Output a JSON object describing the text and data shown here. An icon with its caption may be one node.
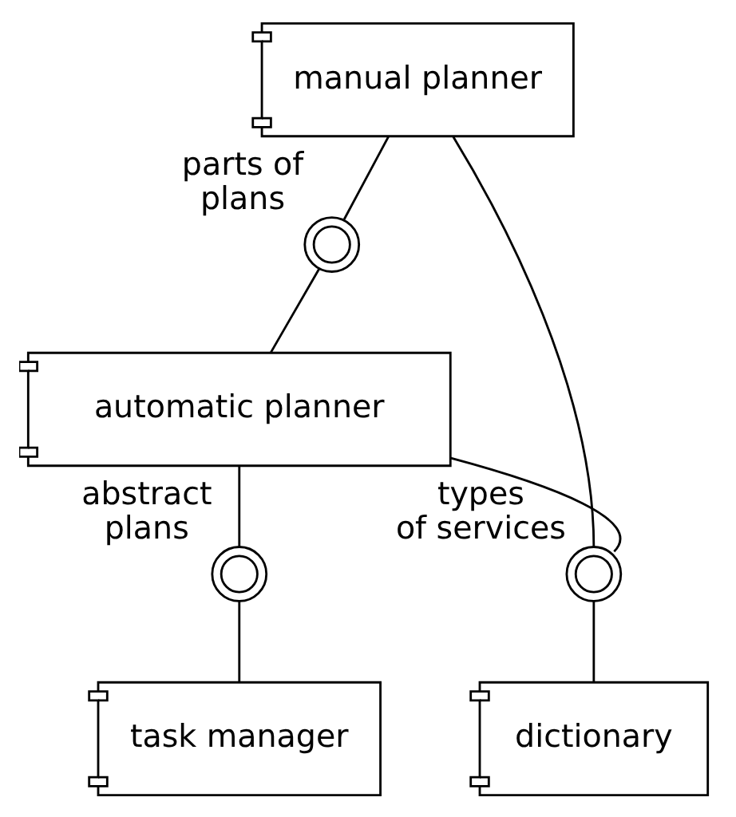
{
  "diagram": {
    "nodes": [
      {
        "text": [
          "manual planner"
        ]
      },
      {
        "text": [
          "automatic planner"
        ]
      },
      {
        "text": [
          "task manager"
        ]
      },
      {
        "text": [
          "dictionary"
        ]
      },
      {
        "text": [
          "parts of plans"
        ]
      },
      {
        "text": [
          "abstract plans"
        ]
      },
      {
        "text": [
          "types of services"
        ]
      }
    ],
    "edges": [
      {
        "from": 0,
        "to": 4,
        "arrow": "none"
      },
      {
        "from": 4,
        "to": 1,
        "arrow": "none"
      },
      {
        "from": 1,
        "to": 5,
        "arrow": "none"
      },
      {
        "from": 5,
        "to": 2,
        "arrow": "none"
      },
      {
        "from": 1,
        "to": 6,
        "arrow": "none"
      },
      {
        "from": 6,
        "to": 3,
        "arrow": "none"
      },
      {
        "from": 0,
        "to": 6,
        "arrow": "none"
      }
    ]
  }
}
